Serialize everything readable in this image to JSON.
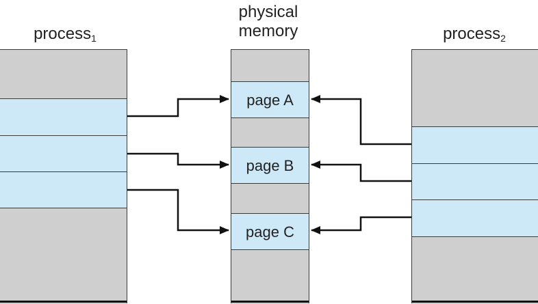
{
  "labels": {
    "process1_name": "process",
    "process1_sub": "1",
    "memory_line1": "physical",
    "memory_line2": "memory",
    "process2_name": "process",
    "process2_sub": "2"
  },
  "pages": {
    "a": "page A",
    "b": "page B",
    "c": "page C"
  },
  "colors": {
    "frame_gray": "#cfcfcf",
    "page_blue": "#cde8f7",
    "line": "#111111"
  }
}
